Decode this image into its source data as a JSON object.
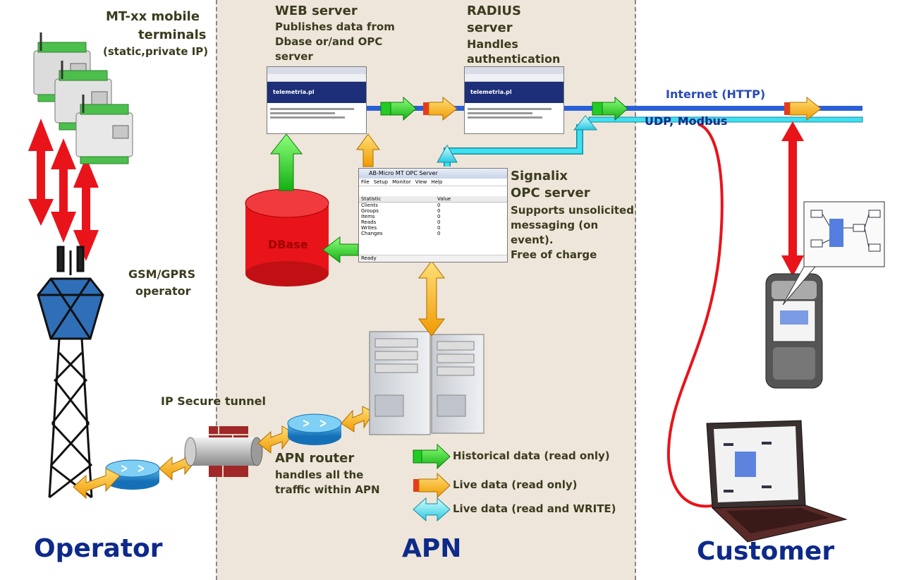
{
  "regions": {
    "operator": "Operator",
    "apn": "APN",
    "customer": "Customer"
  },
  "labels": {
    "terminals_line1": "MT-xx mobile",
    "terminals_line2": "terminals",
    "terminals_line3": "(static,private IP)",
    "gsm_line1": "GSM/GPRS",
    "gsm_line2": "operator",
    "tunnel": "IP Secure tunnel",
    "router_title": "APN router",
    "router_line1": "handles all the",
    "router_line2": "traffic within APN",
    "web_title": "WEB server",
    "web_line1": "Publishes data from",
    "web_line2": "Dbase  or/and OPC",
    "web_line3": "server",
    "radius_line1": "RADIUS",
    "radius_line2": "server",
    "radius_line3": "Handles",
    "radius_line4": "authentication",
    "signalix_line1": "Signalix",
    "signalix_line2": "OPC server",
    "signalix_line3": "Supports unsolicited",
    "signalix_line4": "messaging (on",
    "signalix_line5": "event).",
    "signalix_line6": "Free of charge",
    "dbase": "DBase",
    "internet": "Internet (HTTP)",
    "udp": "UDP, Modbus"
  },
  "legend": {
    "historical": "Historical data (read only)",
    "live_read": "Live data (read only)",
    "live_rw": "Live data (read and WRITE)"
  },
  "opc_window": {
    "title": "AB-Micro MT OPC Server",
    "menu": [
      "File",
      "Setup",
      "Monitor",
      "View",
      "Help"
    ],
    "col_statistic": "Statistic",
    "col_value": "Value",
    "rows": [
      {
        "name": "Clients",
        "value": "0"
      },
      {
        "name": "Groups",
        "value": "0"
      },
      {
        "name": "Items",
        "value": "0"
      },
      {
        "name": "Reads",
        "value": "0"
      },
      {
        "name": "Writes",
        "value": "0"
      },
      {
        "name": "Changes",
        "value": "0"
      }
    ],
    "status": "Ready"
  },
  "web_window": {
    "brand": "telemetria.pl"
  },
  "colors": {
    "historical": "#22cc22",
    "live_read": "#f5a800",
    "live_rw": "#3fe0f0",
    "internet_line": "#2a5fd8",
    "region_text": "#0d2a8a",
    "apn_bg": "#eee6da",
    "wireless": "#e8141a",
    "dbase": "#e8141a"
  }
}
